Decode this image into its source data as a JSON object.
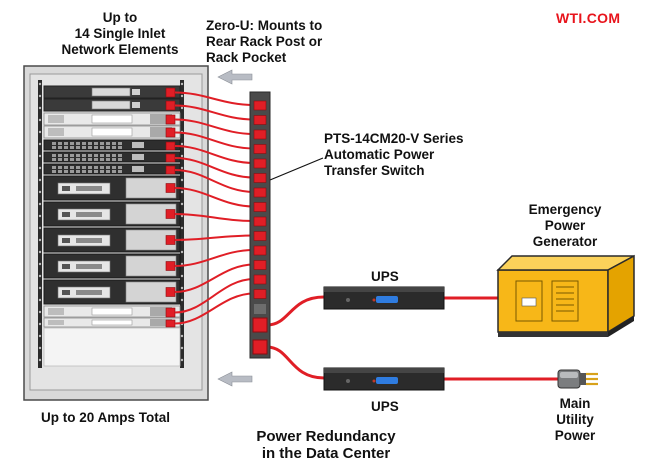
{
  "brand": "WTI.COM",
  "labels": {
    "rack_top": "Up to\n14 Single Inlet\nNetwork Elements",
    "rack_bottom": "Up to 20 Amps Total",
    "zero_u": "Zero-U: Mounts to\nRear Rack Post or\nRack Pocket",
    "switch_model": "PTS-14CM20-V Series\nAutomatic Power\nTransfer Switch",
    "generator": "Emergency\nPower\nGenerator",
    "ups_top": "UPS",
    "ups_bottom": "UPS",
    "utility": "Main\nUtility\nPower",
    "caption": "Power Redundancy\nin the Data Center"
  },
  "icons": {
    "arrow_top": "arrow-left-icon",
    "arrow_bottom": "arrow-left-icon",
    "plug": "power-plug-icon",
    "generator": "generator-icon",
    "ups": "ups-icon"
  },
  "colors": {
    "brand": "#e8141c",
    "power_cable": "#e01e26",
    "rack_frame": "#5e5e5e",
    "generator_yellow": "#f7b718",
    "ups_led": "#2f7ce0",
    "arrow": "#b8bcc4"
  }
}
